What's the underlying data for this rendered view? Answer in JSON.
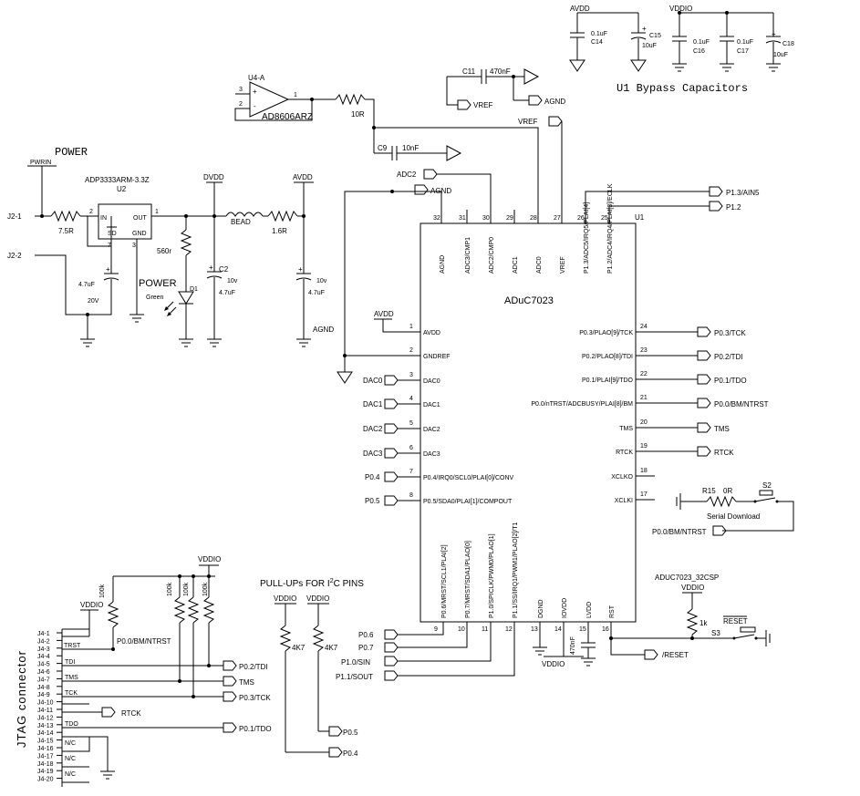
{
  "top": {
    "avdd": "AVDD",
    "vddio": "VDDIO",
    "c14a": "0.1uF",
    "c14": "C14",
    "c15": "C15",
    "c15v": "10uF",
    "c16a": "0.1uF",
    "c16": "C16",
    "c17a": "0.1uF",
    "c17": "C17",
    "c18": "C18",
    "c18v": "10uF",
    "bypass_title": "U1 Bypass Capacitors"
  },
  "amp": {
    "u4a": "U4-A",
    "pin3": "3",
    "pin2": "2",
    "pin1": "1",
    "plus": "+",
    "minus": "-",
    "part": "AD8606ARZ",
    "r10r": "10R",
    "c11": "C11",
    "c11v": "470nF",
    "vref": "VREF",
    "agnd": "AGND",
    "vref2": "VREF",
    "c9": "C9",
    "c9v": "10nF",
    "adc2": "ADC2",
    "agnd2": "AGND"
  },
  "power": {
    "title": "POWER",
    "pwrin": "PWRIN",
    "reg": "ADP3333ARM-3.3Z",
    "u2": "U2",
    "j21": "J2-1",
    "j22": "J2-2",
    "r75": "7.5R",
    "p2": "2",
    "in": "IN",
    "out": "OUT",
    "p1": "1",
    "sd": "SD",
    "gnd": "GND",
    "p7": "7",
    "p3": "3",
    "c47a": "4.7uF",
    "v20": "20V",
    "dvdd": "DVDD",
    "avdd": "AVDD",
    "bead": "BEAD",
    "r16": "1.6R",
    "r560": "560r",
    "power2": "POWER",
    "green": "Green",
    "d1": "D1",
    "c2": "C2",
    "c2v": "10v",
    "c2c": "4.7uF",
    "c3v": "10v",
    "c3c": "4.7uF",
    "agnd": "AGND"
  },
  "chip": {
    "u1": "U1",
    "name": "ADuC7023",
    "top_pins": [
      {
        "num": "32",
        "label": "AGND"
      },
      {
        "num": "31",
        "label": "ADC3/CMP1"
      },
      {
        "num": "30",
        "label": "ADC2/CMP0"
      },
      {
        "num": "29",
        "label": "ADC1"
      },
      {
        "num": "28",
        "label": "ADC0"
      },
      {
        "num": "27",
        "label": "VREF"
      },
      {
        "num": "26",
        "label": "P1.3/ADC5/IRQ5/PLAI[4]"
      },
      {
        "num": "25",
        "label": "P1.2/ADC4/IRQ4/PLAI[3]/ECLK"
      }
    ],
    "left_pins": [
      {
        "num": "1",
        "label": "AVDD"
      },
      {
        "num": "2",
        "label": "GNDREF"
      },
      {
        "num": "3",
        "label": "DAC0"
      },
      {
        "num": "4",
        "label": "DAC1"
      },
      {
        "num": "5",
        "label": "DAC2"
      },
      {
        "num": "6",
        "label": "DAC3"
      },
      {
        "num": "7",
        "label": "P0.4/IRQ0/SCL0/PLAI[0]/CONV"
      },
      {
        "num": "8",
        "label": "P0.5/SDA0/PLAI[1]/COMPOUT"
      }
    ],
    "right_pins": [
      {
        "num": "24",
        "label": "P0.3/PLAO[9]/TCK"
      },
      {
        "num": "23",
        "label": "P0.2/PLAO[8]/TDI"
      },
      {
        "num": "22",
        "label": "P0.1/PLAI[9]/TDO"
      },
      {
        "num": "21",
        "label": "P0.0/nTRST/ADCBUSY/PLAI[8]/BM"
      },
      {
        "num": "20",
        "label": "TMS"
      },
      {
        "num": "19",
        "label": "RTCK"
      },
      {
        "num": "18",
        "label": "XCLKO"
      },
      {
        "num": "17",
        "label": "XCLKI"
      }
    ],
    "bottom_pins": [
      {
        "num": "9",
        "label": "P0.6/MRST/SCL1/PLAI[2]"
      },
      {
        "num": "10",
        "label": "P0.7/MRST/SDA1/PLAO[0]"
      },
      {
        "num": "11",
        "label": "P1.0/SPICLK/PWM0/PLAO[1]"
      },
      {
        "num": "12",
        "label": "P1.1/SS/IRQ1/PWM1/PLAO[2]/T1"
      },
      {
        "num": "13",
        "label": "DGND"
      },
      {
        "num": "14",
        "label": "IOVDD"
      },
      {
        "num": "15",
        "label": "LVDD"
      },
      {
        "num": "16",
        "label": "RST"
      }
    ]
  },
  "nets": {
    "agnd": "AGND",
    "p13": "P1.3/AIN5",
    "p12": "P1.2",
    "avdd": "AVDD",
    "dac0": "DAC0",
    "dac1": "DAC1",
    "dac2": "DAC2",
    "dac3": "DAC3",
    "p04": "P0.4",
    "p05": "P0.5",
    "p03": "P0.3/TCK",
    "p02": "P0.2/TDI",
    "p01": "P0.1/TDO",
    "p00": "P0.0/BM/NTRST",
    "tms": "TMS",
    "rtck": "RTCK",
    "p06": "P0.6",
    "p07": "P0.7",
    "p10": "P1.0/SIN",
    "p11": "P1.1/SOUT",
    "c470": "470nF",
    "vddio": "VDDIO",
    "reset": "/RESET"
  },
  "download": {
    "r15": "R15",
    "r15v": "0R",
    "s2": "S2",
    "label": "Serial Download",
    "net": "P0.0/BM/NTRST"
  },
  "resetblk": {
    "part": "ADUC7023_32CSP",
    "vddio": "VDDIO",
    "r1k": "1k",
    "s3": "S3",
    "reset": "RESET"
  },
  "jtag": {
    "title": "JTAG connector",
    "vddio_top": "VDDIO",
    "vddio_left": "VDDIO",
    "r100k": "100k",
    "pins": [
      "J4-1",
      "J4-2",
      "J4-3",
      "J4-4",
      "J4-5",
      "J4-6",
      "J4-7",
      "J4-8",
      "J4-9",
      "J4-10",
      "J4-11",
      "J4-12",
      "J4-13",
      "J4-14",
      "J4-15",
      "J4-16",
      "J4-17",
      "J4-18",
      "J4-19",
      "J4-20"
    ],
    "sig_trst": "TRST",
    "sig_tdi": "TDI",
    "sig_tms": "TMS",
    "sig_tck": "TCK",
    "sig_tdo": "TDO",
    "nc": "N/C",
    "n_bm": "P0.0/BM/NTRST",
    "n_tdi": "P0.2/TDI",
    "n_tms": "TMS",
    "n_tck": "P0.3/TCK",
    "n_rtck": "RTCK",
    "n_tdo": "P0.1/TDO"
  },
  "i2c": {
    "title": "PULL-UPs FOR I2C PINS",
    "vddio1": "VDDIO",
    "vddio2": "VDDIO",
    "r1": "4K7",
    "r2": "4K7",
    "p05": "P0.5",
    "p04": "P0.4"
  }
}
